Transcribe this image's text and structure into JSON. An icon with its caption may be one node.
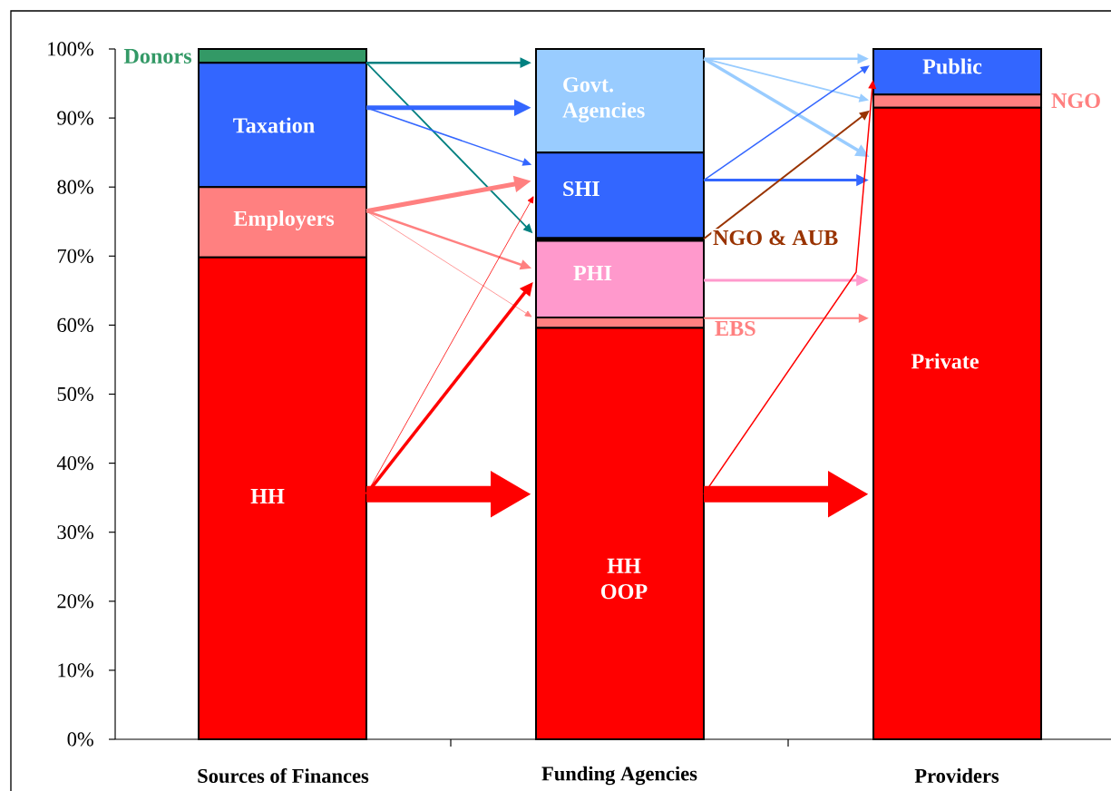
{
  "diagram": {
    "nodes": [
      {
        "text": [
          "Donors"
        ]
      },
      {
        "text": [
          "Taxation"
        ]
      },
      {
        "text": [
          "Employers"
        ]
      },
      {
        "text": [
          "HH"
        ]
      },
      {
        "text": [
          "Govt. Agencies"
        ]
      },
      {
        "text": [
          "SHI"
        ]
      },
      {
        "text": [
          "NGO & AUB"
        ]
      },
      {
        "text": [
          "PHI"
        ]
      },
      {
        "text": [
          "EBS"
        ]
      },
      {
        "text": [
          "HH OOP"
        ]
      },
      {
        "text": [
          "Public"
        ]
      },
      {
        "text": [
          "NGO"
        ]
      },
      {
        "text": [
          "Private"
        ]
      }
    ],
    "edges": [
      {
        "from": 0,
        "to": 4,
        "arrow": "to",
        "color": "#008080"
      },
      {
        "from": 0,
        "to": 5,
        "arrow": "to",
        "color": "#008080"
      },
      {
        "from": 1,
        "to": 4,
        "arrow": "to",
        "style": "thick",
        "color": "#3366ff"
      },
      {
        "from": 1,
        "to": 5,
        "arrow": "to",
        "color": "#3366ff"
      },
      {
        "from": 2,
        "to": 5,
        "arrow": "to",
        "style": "thick",
        "color": "#ff8080"
      },
      {
        "from": 2,
        "to": 7,
        "arrow": "to",
        "color": "#ff8080"
      },
      {
        "from": 2,
        "to": 8,
        "arrow": "to",
        "color": "#ff8080"
      },
      {
        "from": 3,
        "to": 5,
        "arrow": "to",
        "color": "#ff0000"
      },
      {
        "from": 3,
        "to": 7,
        "arrow": "to",
        "color": "#ff0000"
      },
      {
        "from": 3,
        "to": 9,
        "arrow": "to",
        "style": "thick",
        "color": "#ff0000"
      },
      {
        "from": 4,
        "to": 10,
        "arrow": "to",
        "color": "#99ccff"
      },
      {
        "from": 4,
        "to": 11,
        "arrow": "to",
        "color": "#99ccff"
      },
      {
        "from": 4,
        "to": 12,
        "arrow": "to",
        "color": "#99ccff"
      },
      {
        "from": 5,
        "to": 10,
        "arrow": "to",
        "color": "#3366ff"
      },
      {
        "from": 5,
        "to": 12,
        "arrow": "to",
        "color": "#3366ff"
      },
      {
        "from": 6,
        "to": 11,
        "arrow": "to",
        "color": "#993300"
      },
      {
        "from": 7,
        "to": 12,
        "arrow": "to",
        "color": "#ff99cc"
      },
      {
        "from": 8,
        "to": 12,
        "arrow": "to",
        "color": "#ff8080"
      },
      {
        "from": 9,
        "to": 10,
        "arrow": "to",
        "color": "#ff0000"
      },
      {
        "from": 9,
        "to": 12,
        "arrow": "to",
        "style": "thick",
        "color": "#ff0000"
      }
    ],
    "labels": [
      "100%",
      "90%",
      "80%",
      "70%",
      "60%",
      "50%",
      "40%",
      "30%",
      "20%",
      "10%",
      "0%",
      "Sources of Finances",
      "Funding Agencies",
      "Providers"
    ]
  }
}
